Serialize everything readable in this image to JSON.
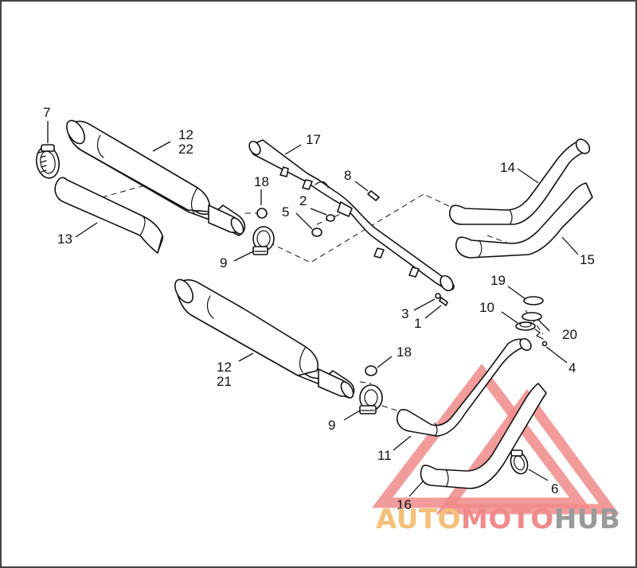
{
  "callouts": {
    "c1": "1",
    "c2": "2",
    "c3": "3",
    "c4": "4",
    "c5": "5",
    "c6": "6",
    "c7": "7",
    "c8": "8",
    "c9a": "9",
    "c9b": "9",
    "c10": "10",
    "c11": "11",
    "c12a": "12",
    "c22": "22",
    "c12b": "12",
    "c21": "21",
    "c13": "13",
    "c14": "14",
    "c15": "15",
    "c16": "16",
    "c17": "17",
    "c18a": "18",
    "c18b": "18",
    "c19": "19",
    "c20": "20"
  },
  "watermark": {
    "part1": "AUTO",
    "part2": "MOTO",
    "part3": "HUB",
    "colors": {
      "auto": "#f5c07a",
      "moto": "#f08a8a",
      "hub": "#9a9a9a",
      "triangle": "#f08a8a"
    }
  }
}
